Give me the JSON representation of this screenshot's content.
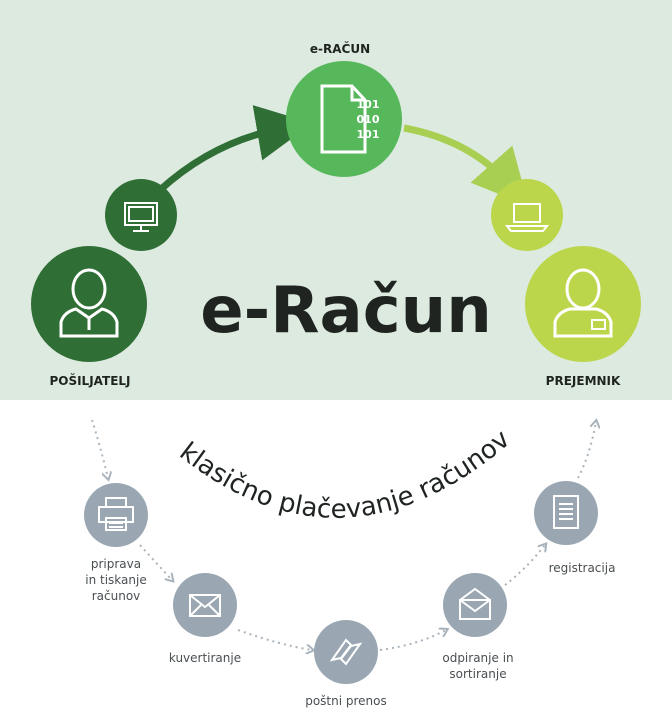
{
  "top": {
    "title": "e-Račun",
    "hub_label": "e-RAČUN",
    "hub_binary": [
      "101",
      "010",
      "101"
    ],
    "sender_label": "POŠILJATELJ",
    "receiver_label": "PREJEMNIK"
  },
  "bottom": {
    "title": "klasično plačevanje računov",
    "steps": [
      {
        "lines": [
          "priprava",
          "in tiskanje",
          "računov"
        ]
      },
      {
        "lines": [
          "kuvertiranje"
        ]
      },
      {
        "lines": [
          "poštni prenos"
        ]
      },
      {
        "lines": [
          "odpiranje in",
          "sortiranje"
        ]
      },
      {
        "lines": [
          "registracija"
        ]
      }
    ]
  },
  "colors": {
    "top_background": "#ddeadf",
    "dark_green": "#2f6e35",
    "mid_green": "#3f9645",
    "hub_green": "#56b85b",
    "light_green": "#a9cf52",
    "lime": "#bcd64c",
    "grey_circle": "#9aa7b2",
    "dotted_line": "#a9b3bb",
    "text_dark": "#1f2421",
    "text_grey": "#4a4f52"
  }
}
